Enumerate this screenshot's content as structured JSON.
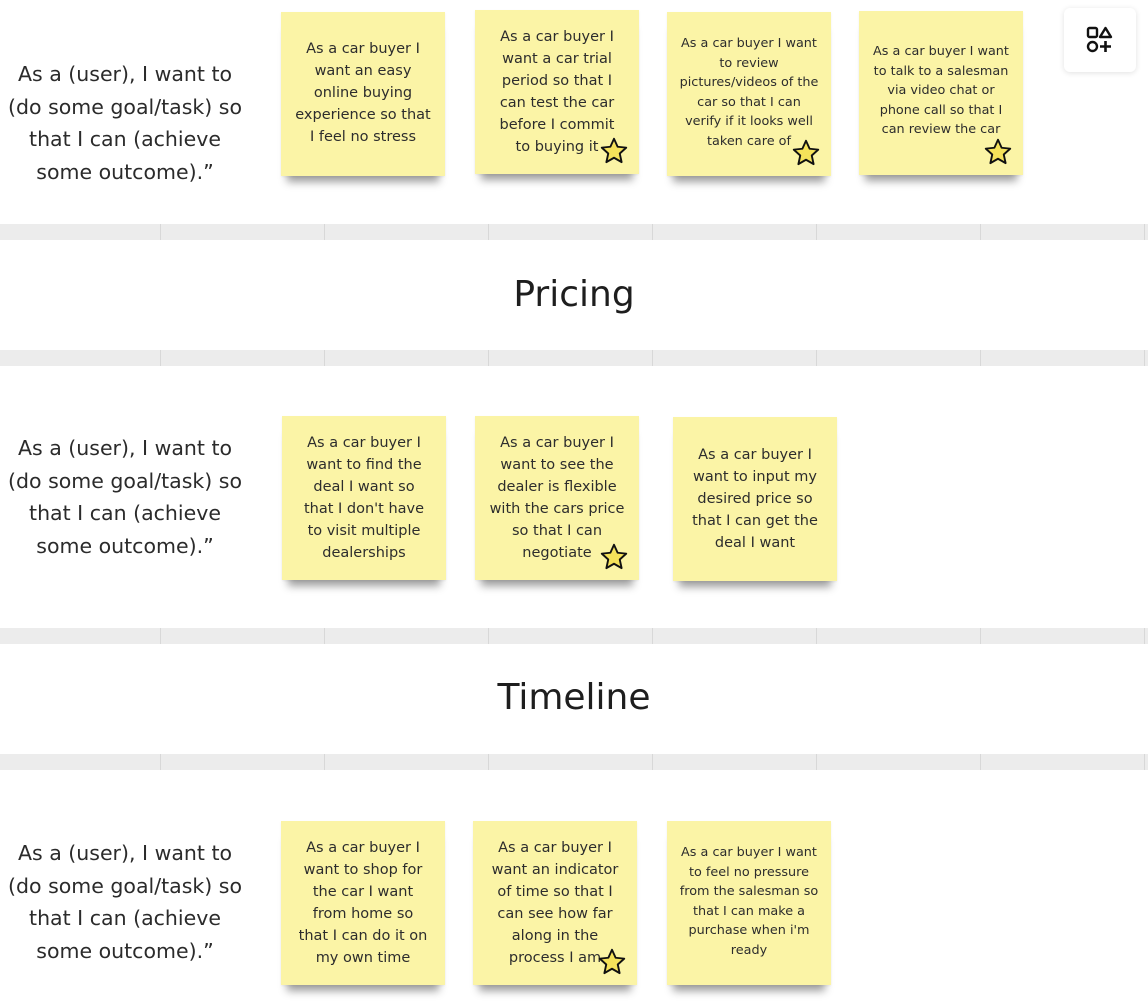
{
  "toolbar": {
    "shapes_icon": "shapes-icon"
  },
  "sections": [
    {
      "template": "As a (user), I want to (do some goal/task) so that I can (achieve some outcome).”",
      "notes": [
        {
          "text": "As a car buyer I want an easy online buying experience so that I feel no stress",
          "starred": false
        },
        {
          "text": "As a car buyer I want a car trial period so that I can test the car before I commit to buying it",
          "starred": true
        },
        {
          "text": "As a car buyer I want to review pictures/videos of the car so that I can verify if it looks well taken care of",
          "starred": true
        },
        {
          "text": "As a car buyer I want to talk to a salesman via video chat or phone call so that I can review the car",
          "starred": true
        }
      ]
    },
    {
      "title": "Pricing",
      "template": "As a (user), I want to (do some goal/task) so that I can (achieve some outcome).”",
      "notes": [
        {
          "text": "As a car buyer I want to find the deal I want so that I don't have to visit multiple dealerships",
          "starred": false
        },
        {
          "text": "As a car buyer I want to see the dealer is flexible with the cars price so that I can negotiate",
          "starred": true
        },
        {
          "text": "As a car buyer I want to input my desired price so that I can get the deal I want",
          "starred": false
        }
      ]
    },
    {
      "title": "Timeline",
      "template": "As a (user), I want to (do some goal/task) so that I can (achieve some outcome).”",
      "notes": [
        {
          "text": "As a car buyer I want to shop for the car I want from home so that I can do it on my own time",
          "starred": false
        },
        {
          "text": "As a car buyer I want an indicator of time so that I can see how far along in the process I am",
          "starred": true
        },
        {
          "text": "As a car buyer I want to feel no pressure from the salesman so that I can make a purchase when i'm ready",
          "starred": false
        }
      ]
    }
  ],
  "colors": {
    "sticky": "#fbf4a6",
    "band": "#ececec",
    "star_fill": "#f5e25a"
  }
}
